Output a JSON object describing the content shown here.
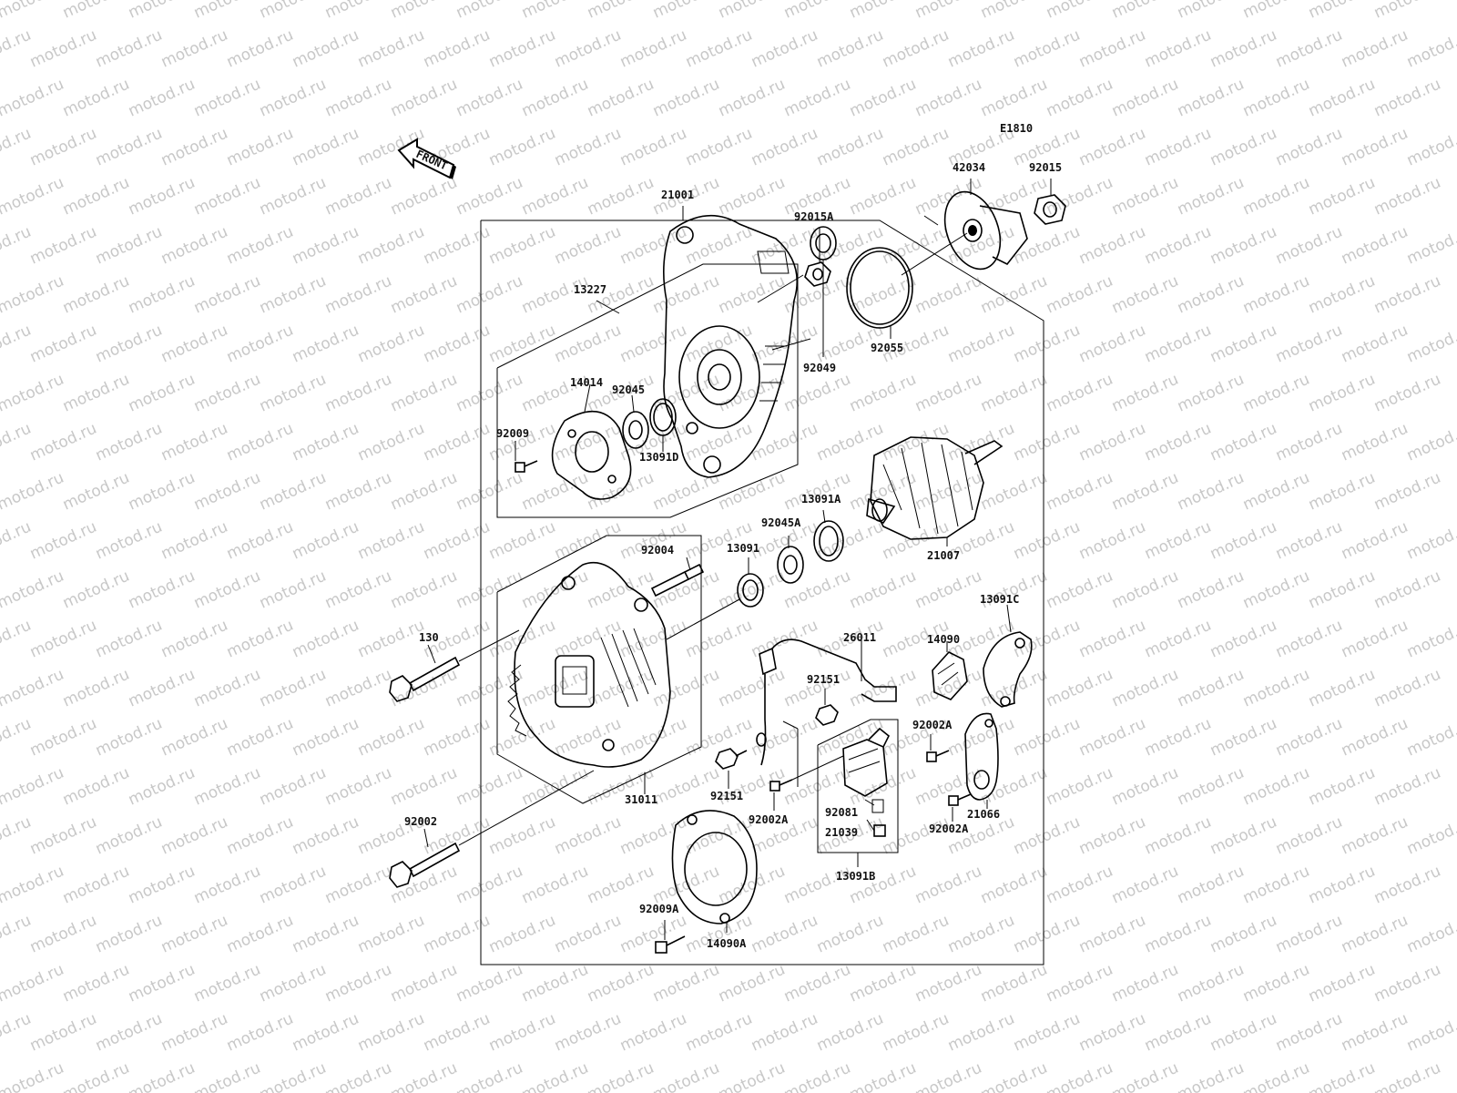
{
  "diagram_code": "E1810",
  "front_label": "FRONT",
  "watermark": "motod.ru",
  "parts": [
    {
      "id": "p21001",
      "label": "21001"
    },
    {
      "id": "p42034",
      "label": "42034"
    },
    {
      "id": "p92015",
      "label": "92015"
    },
    {
      "id": "p92015a",
      "label": "92015A"
    },
    {
      "id": "p13227",
      "label": "13227"
    },
    {
      "id": "p92049",
      "label": "92049"
    },
    {
      "id": "p92055",
      "label": "92055"
    },
    {
      "id": "p14014",
      "label": "14014"
    },
    {
      "id": "p92045",
      "label": "92045"
    },
    {
      "id": "p92009",
      "label": "92009"
    },
    {
      "id": "p13091d",
      "label": "13091D"
    },
    {
      "id": "p13091a",
      "label": "13091A"
    },
    {
      "id": "p92045a",
      "label": "92045A"
    },
    {
      "id": "p21007",
      "label": "21007"
    },
    {
      "id": "p92004",
      "label": "92004"
    },
    {
      "id": "p13091",
      "label": "13091"
    },
    {
      "id": "p130",
      "label": "130"
    },
    {
      "id": "p26011",
      "label": "26011"
    },
    {
      "id": "p14090",
      "label": "14090"
    },
    {
      "id": "p13091c",
      "label": "13091C"
    },
    {
      "id": "p92151a",
      "label": "92151"
    },
    {
      "id": "p92002a1",
      "label": "92002A"
    },
    {
      "id": "p92151b",
      "label": "92151"
    },
    {
      "id": "p31011",
      "label": "31011"
    },
    {
      "id": "p92002a2",
      "label": "92002A"
    },
    {
      "id": "p92081",
      "label": "92081"
    },
    {
      "id": "p21039",
      "label": "21039"
    },
    {
      "id": "p92002a3",
      "label": "92002A"
    },
    {
      "id": "p21066",
      "label": "21066"
    },
    {
      "id": "p92002",
      "label": "92002"
    },
    {
      "id": "p13091b",
      "label": "13091B"
    },
    {
      "id": "p92009a",
      "label": "92009A"
    },
    {
      "id": "p14090a",
      "label": "14090A"
    }
  ]
}
